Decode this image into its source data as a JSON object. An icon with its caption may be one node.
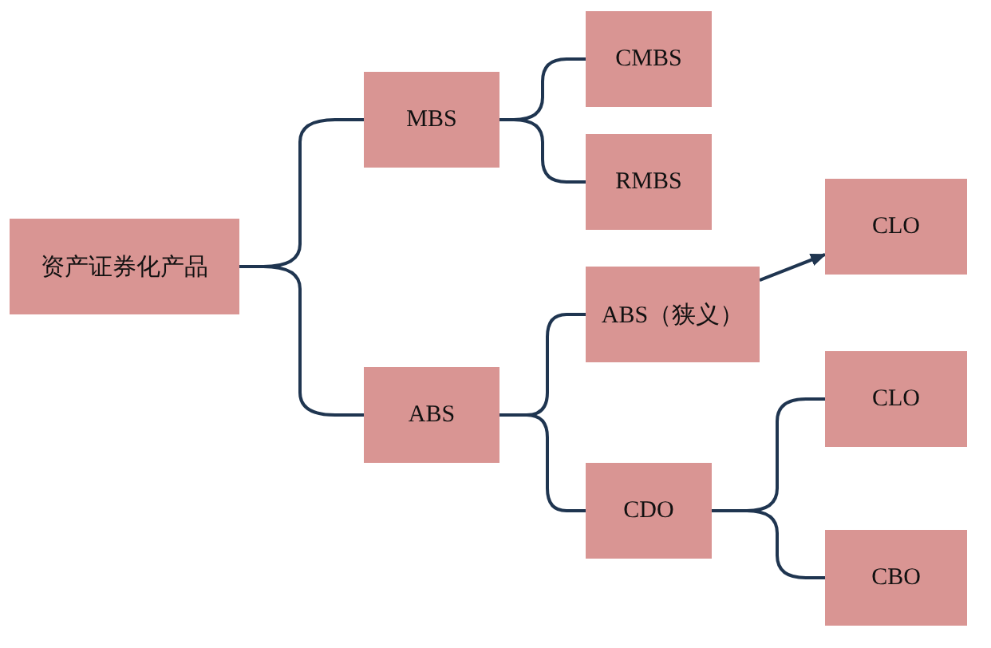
{
  "diagram": {
    "nodes": [
      {
        "text": [
          "资产证券化产品"
        ]
      },
      {
        "text": [
          "MBS"
        ]
      },
      {
        "text": [
          "CMBS"
        ]
      },
      {
        "text": [
          "RMBS"
        ]
      },
      {
        "text": [
          "ABS"
        ]
      },
      {
        "text": [
          "ABS（狭义）"
        ]
      },
      {
        "text": [
          "CDO"
        ]
      },
      {
        "text": [
          "CLO"
        ]
      },
      {
        "text": [
          "CLO"
        ]
      },
      {
        "text": [
          "CBO"
        ]
      }
    ],
    "edges": [
      {
        "from": 0,
        "to": 1,
        "arrow": "none"
      },
      {
        "from": 0,
        "to": 4,
        "arrow": "none"
      },
      {
        "from": 1,
        "to": 2,
        "arrow": "none"
      },
      {
        "from": 1,
        "to": 3,
        "arrow": "none"
      },
      {
        "from": 4,
        "to": 5,
        "arrow": "none"
      },
      {
        "from": 4,
        "to": 6,
        "arrow": "none"
      },
      {
        "from": 5,
        "to": 7,
        "arrow": "to"
      },
      {
        "from": 6,
        "to": 8,
        "arrow": "none"
      },
      {
        "from": 6,
        "to": 9,
        "arrow": "none"
      }
    ]
  }
}
